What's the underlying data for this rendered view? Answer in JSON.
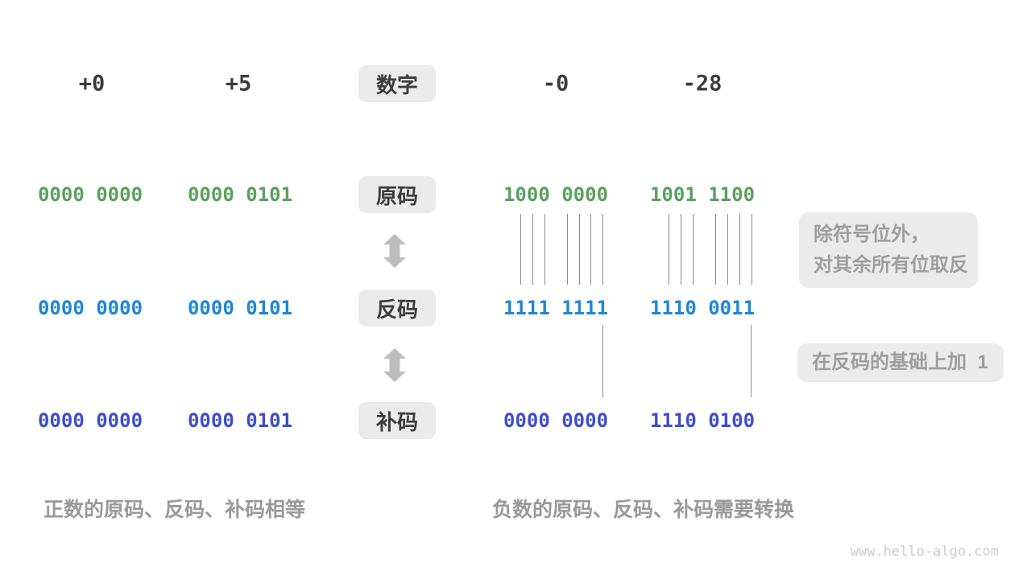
{
  "header": {
    "numbers": [
      "+0",
      "+5",
      "-0",
      "-28"
    ],
    "label": "数字"
  },
  "rows": [
    {
      "label": "原码",
      "color": "#5AA05E",
      "values": [
        "0000 0000",
        "0000 0101",
        "1000 0000",
        "1001 1100"
      ]
    },
    {
      "label": "反码",
      "color": "#1E87D2",
      "values": [
        "0000 0000",
        "0000 0101",
        "1111 1111",
        "1110 0011"
      ]
    },
    {
      "label": "补码",
      "color": "#3D4EC8",
      "values": [
        "0000 0000",
        "0000 0101",
        "0000 0000",
        "1110 0100"
      ]
    }
  ],
  "annotations": {
    "invert_line1": "除符号位外，",
    "invert_line2": "对其余所有位取反",
    "add_one": "在反码的基础上加  1"
  },
  "captions": {
    "positive": "正数的原码、反码、补码相等",
    "negative": "负数的原码、反码、补码需要转换"
  },
  "watermark": "www.hello-algo.com",
  "colors": {
    "text_dark": "#3C3C3C",
    "sign_magnitude": "#5AA05E",
    "ones_complement": "#1E87D2",
    "twos_complement": "#3D4EC8",
    "badge_bg": "#EBEBEB",
    "note_text": "#9E9E9E",
    "caption_text": "#999999",
    "connector_line": "#8A8A8A",
    "arrow": "#BDBDBD",
    "watermark": "#CCCCCC"
  }
}
